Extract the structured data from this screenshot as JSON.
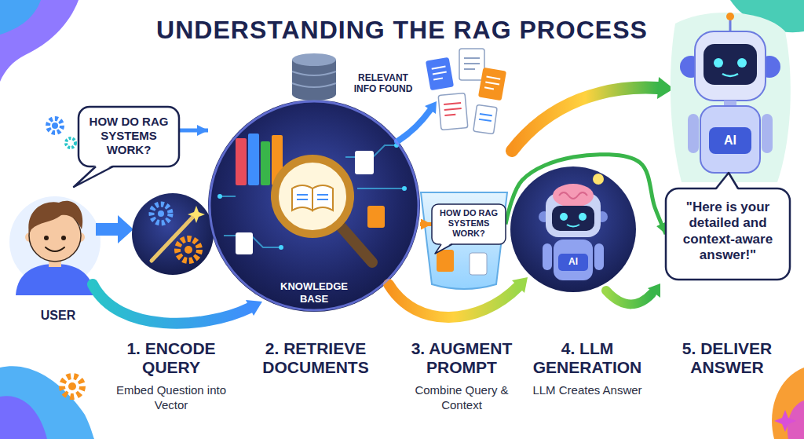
{
  "diagram": {
    "title": "UNDERSTANDING THE RAG PROCESS",
    "nodes": [
      {
        "text": [
          "HOW DO RAG SYSTEMS WORK?"
        ]
      },
      {
        "text": [
          "KNOWLEDGE BASE"
        ]
      },
      {
        "text": [
          "HOW DO RAG SYSTEMS WORK?"
        ]
      },
      {
        "text": [
          "\"Here is your detailed and context-aware answer!\""
        ]
      }
    ],
    "edges": [
      {
        "from": 0,
        "to": 1,
        "arrow": "to"
      },
      {
        "from": 1,
        "to": 2,
        "arrow": "to"
      },
      {
        "from": 2,
        "to": 3,
        "arrow": "to"
      }
    ],
    "labels": [
      "USER",
      "RELEVANT INFO FOUND",
      "AI",
      "AI",
      "1. ENCODE QUERY",
      "Embed Question into Vector",
      "2. RETRIEVE DOCUMENTS",
      "3. AUGMENT PROMPT",
      "Combine Query & Context",
      "4. LLM GENERATION",
      "LLM Creates Answer",
      "5. DELIVER ANSWER"
    ]
  }
}
